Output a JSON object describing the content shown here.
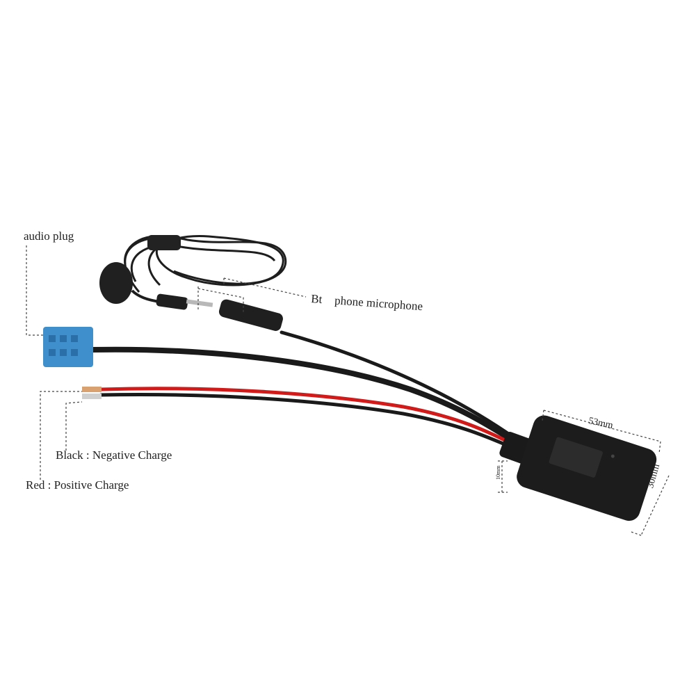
{
  "labels": {
    "audio_plug": "audio plug",
    "bt": "Bt",
    "phone_microphone": "phone microphone",
    "black": "Black : Negative Charge",
    "red": "Red : Positive Charge",
    "width": "53mm",
    "height": "30mm",
    "depth": "10mm"
  },
  "colors": {
    "background": "#ffffff",
    "cable": "#1a1a1a",
    "red_wire": "#d11a1a",
    "connector": "#3f8fcc",
    "module": "#1c1c1c",
    "dashed_line": "#444444"
  }
}
